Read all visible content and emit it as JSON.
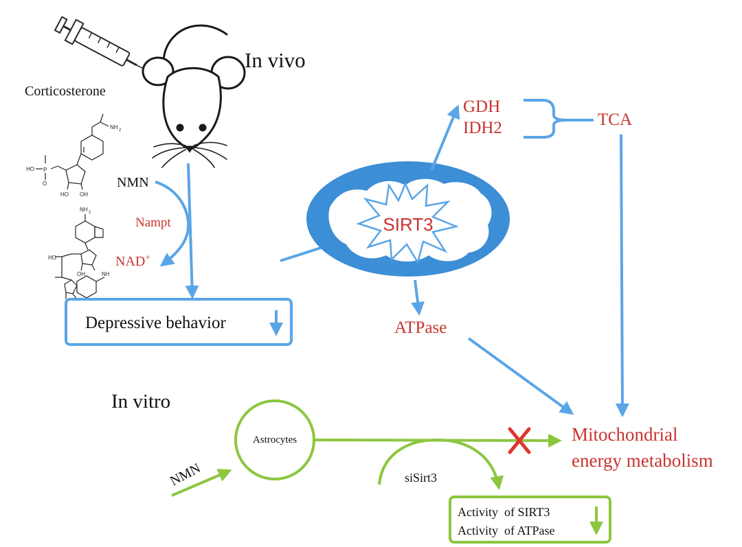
{
  "labels": {
    "in_vivo": "In vivo",
    "in_vitro": "In vitro",
    "corticosterone": "Corticosterone",
    "nmn_top": "NMN",
    "nampt": "Nampt",
    "nad": "NAD",
    "nad_sup": "+",
    "depressive": "Depressive behavior",
    "sirt3": "SIRT3",
    "gdh": "GDH",
    "idh2": "IDH2",
    "tca": "TCA",
    "atpase": "ATPase",
    "mito_line1": "Mitochondrial",
    "mito_line2": "energy metabolism",
    "astrocytes": "Astrocytes",
    "nmn_bottom": "NMN",
    "sisirt3": "siSirt3",
    "activity_sirt3": "Activity  of SIRT3",
    "activity_atpase": "Activity  of ATPase"
  },
  "molecules": {
    "nmn": {
      "nh2": "NH",
      "nh2_sub": "2",
      "ho": "HO",
      "o_minus": "O",
      "p": "P",
      "oh": "OH",
      "ho_ring": "HO",
      "oh_ring": "OH"
    },
    "nad": {
      "nh2_top": "NH",
      "nh2_sub": "2",
      "oh": "OH",
      "nh2_right": "NH",
      "ho": "HO"
    }
  },
  "colors": {
    "blue": "#5aa5e6",
    "mito_fill": "#3c8ed6",
    "green": "#8cc63f",
    "red_text": "#c8332f",
    "red_x": "#e0352b",
    "black": "#111111"
  }
}
